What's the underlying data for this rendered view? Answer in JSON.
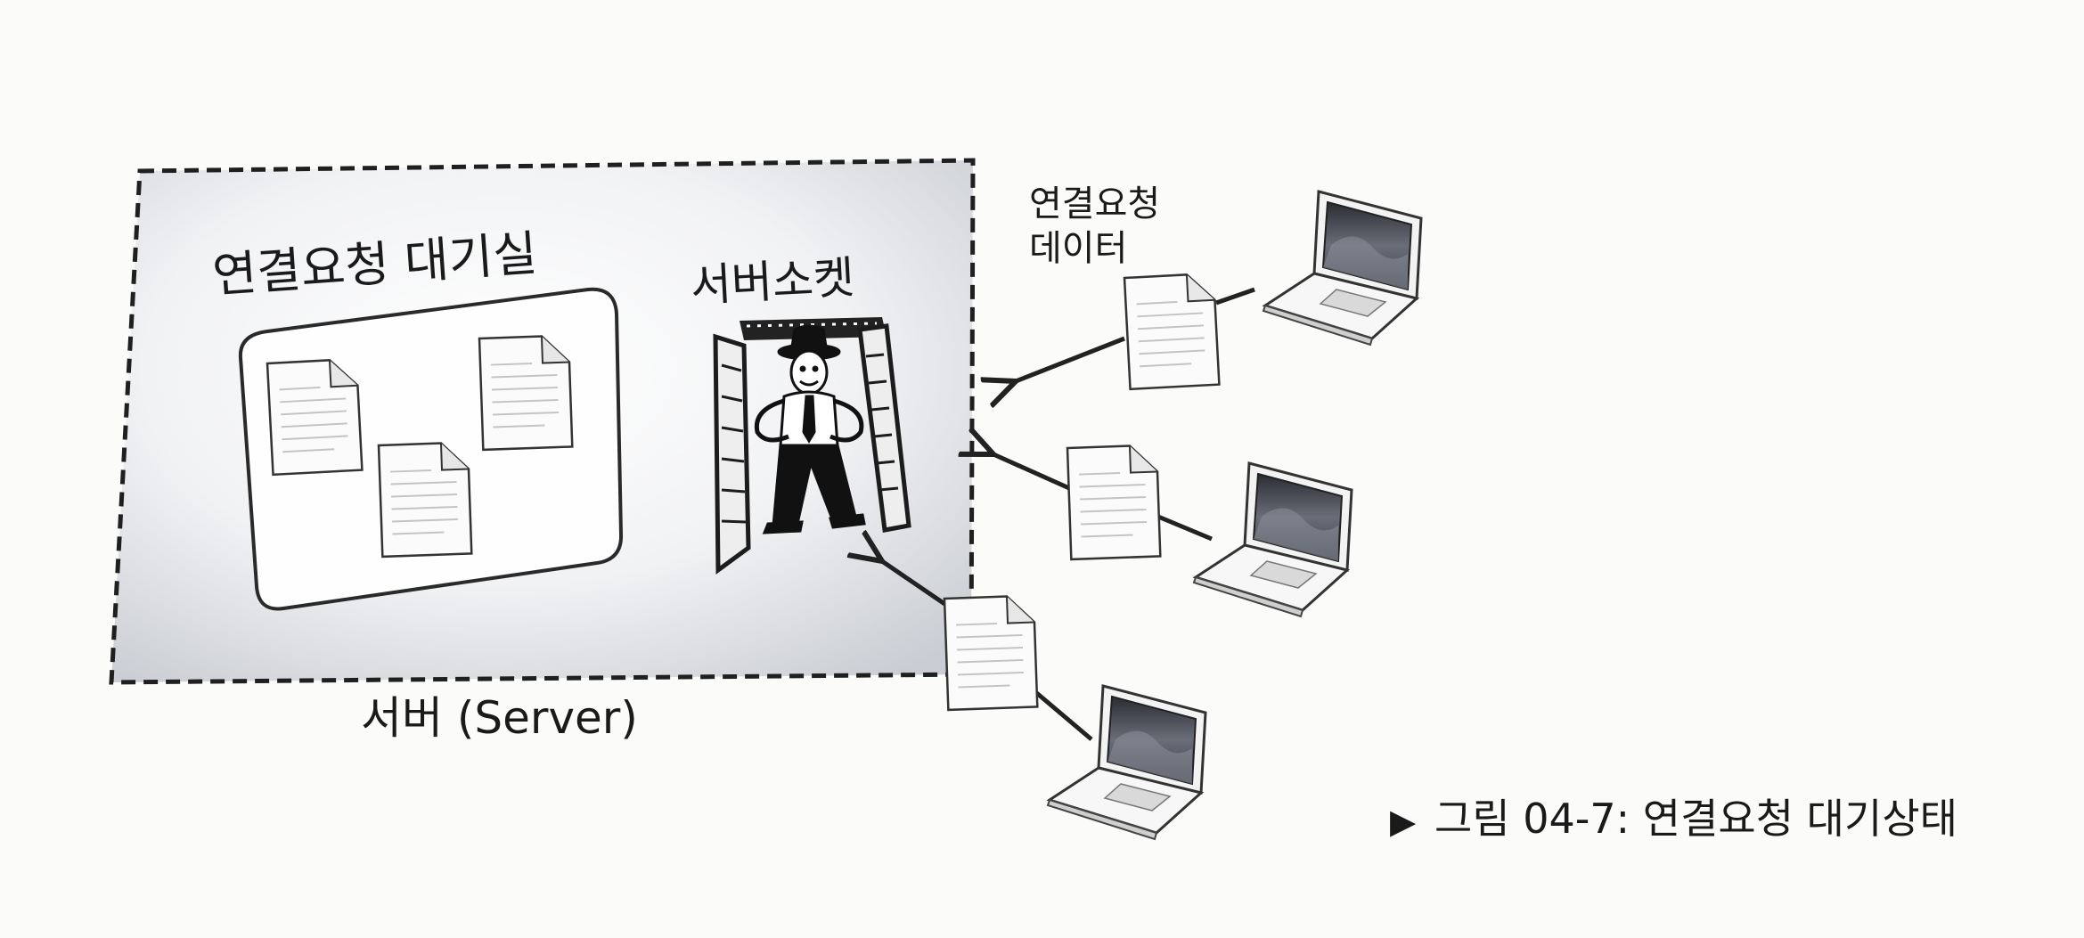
{
  "server": {
    "waiting_room_label": "연결요청 대기실",
    "socket_label": "서버소켓",
    "caption": "서버 (Server)"
  },
  "request": {
    "label_line1": "연결요청",
    "label_line2": "데이터"
  },
  "figure_caption": {
    "marker": "▶",
    "text": "그림 04-7: 연결요청 대기상태"
  },
  "icons": {
    "document": "document-icon",
    "laptop": "laptop-icon",
    "person": "doorman-icon",
    "door": "door-frame-icon"
  }
}
